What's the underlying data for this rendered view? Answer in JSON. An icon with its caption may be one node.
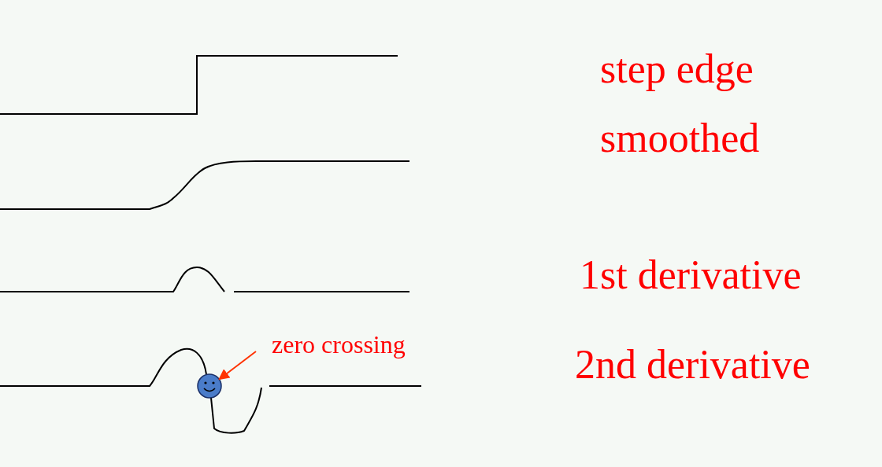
{
  "diagram": {
    "nodes": [
      {
        "text": [
          "zero crossing"
        ]
      },
      {
        "text": [],
        "shape": "circle"
      }
    ],
    "edges": [
      {
        "from": 0,
        "to": 1,
        "arrow": "to"
      }
    ],
    "labels": [
      "step edge",
      "smoothed",
      "1st derivative",
      "2nd derivative"
    ]
  }
}
